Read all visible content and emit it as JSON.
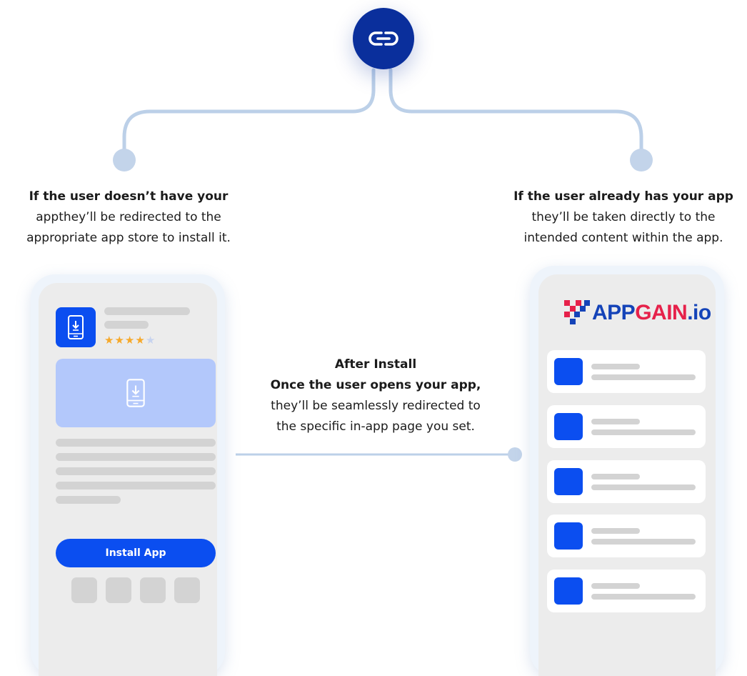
{
  "left_caption": {
    "bold": "If the user doesn’t have your",
    "line2": "appthey’ll be redirected to the",
    "line3": "appropriate app store to install it."
  },
  "right_caption": {
    "bold": "If the user already has your app",
    "line2": "they’ll be taken directly to the",
    "line3": "intended content within the app."
  },
  "middle_caption": {
    "title": "After Install",
    "bold": "Once the user opens your app,",
    "line2": "they’ll be seamlessly redirected to",
    "line3": "the specific in-app page you set."
  },
  "store_phone": {
    "install_label": "Install App",
    "rating": 4,
    "rating_max": 5
  },
  "app_phone": {
    "logo": {
      "part1": "APP",
      "part2": "GAIN",
      "part3": ".io"
    }
  },
  "colors": {
    "brand_blue": "#0b4ef0",
    "navy": "#0a2f9c",
    "connector": "#bcd0e8",
    "star": "#f6a92b",
    "logo_red": "#e6214a"
  },
  "icons": [
    "link-icon",
    "phone-download-icon",
    "star-icon"
  ]
}
